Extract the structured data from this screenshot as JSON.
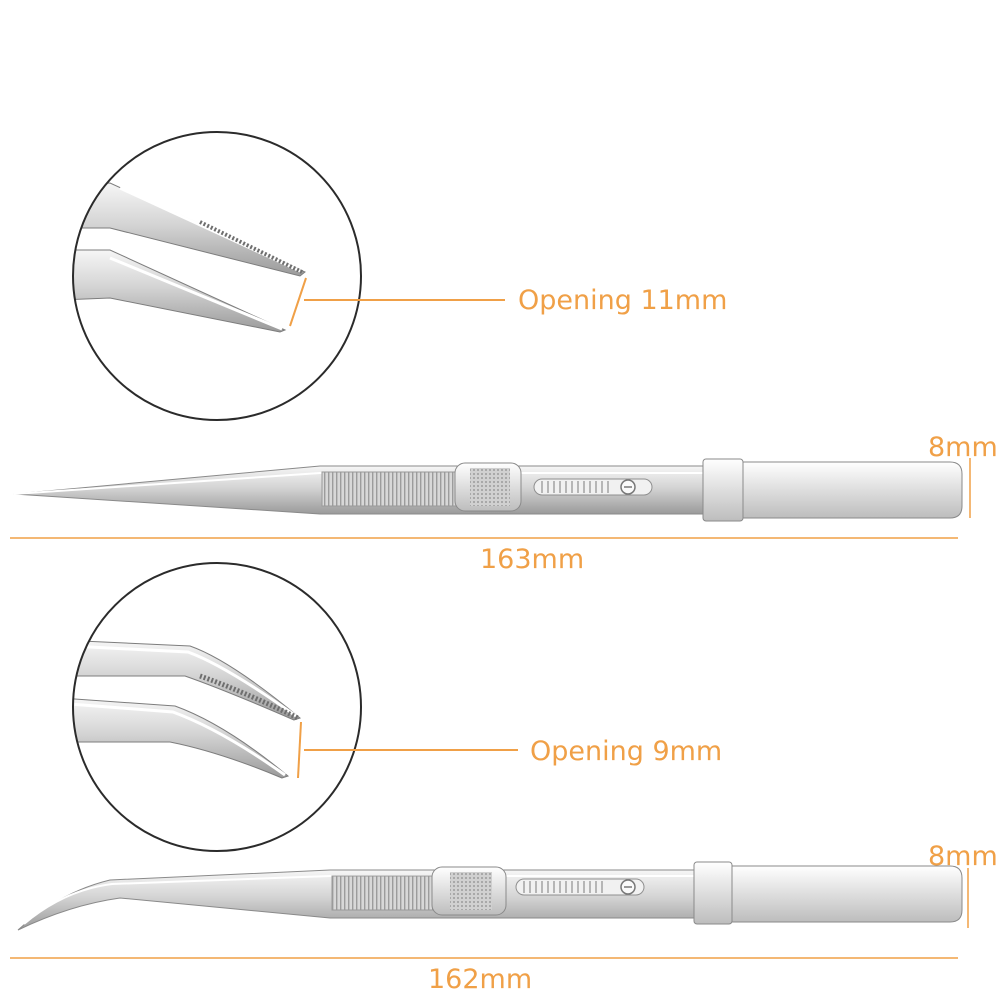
{
  "colors": {
    "accent": "#f0a047",
    "circle_stroke": "#2b2b2b",
    "steel_light": "#e9e9e9",
    "steel_mid": "#c9c9c9",
    "steel_dark": "#8e8e8e"
  },
  "callouts": {
    "top_opening": "Opening 11mm",
    "bottom_opening": "Opening 9mm"
  },
  "dimensions": {
    "top_width": "8mm",
    "top_length": "163mm",
    "bottom_width": "8mm",
    "bottom_length": "162mm"
  }
}
